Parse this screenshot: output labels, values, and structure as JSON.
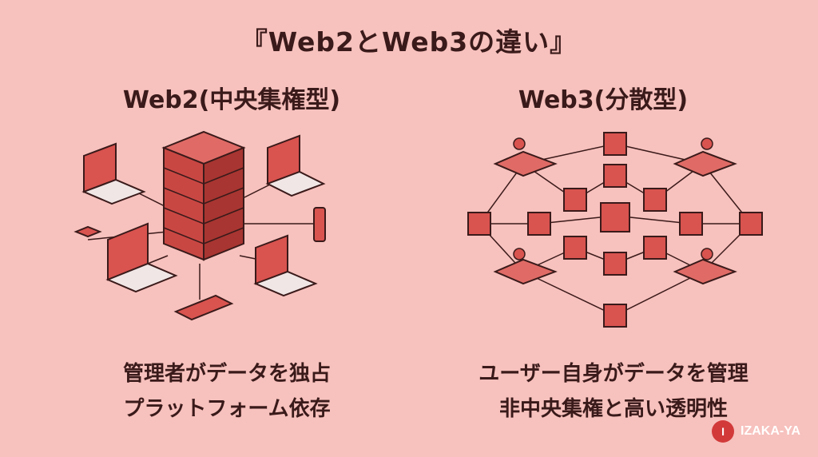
{
  "title": "『Web2とWeb3の違い』",
  "left": {
    "heading": "Web2(中央集権型)",
    "captions": [
      "管理者がデータを独占",
      "プラットフォーム依存"
    ]
  },
  "right": {
    "heading": "Web3(分散型)",
    "captions": [
      "ユーザー自身がデータを管理",
      "非中央集権と高い透明性"
    ]
  },
  "logo": {
    "text": "IZAKA-YA",
    "mark": "I"
  },
  "colors": {
    "background": "#f7c1bd",
    "accent": "#d9534f",
    "dark": "#3a1a1a"
  }
}
